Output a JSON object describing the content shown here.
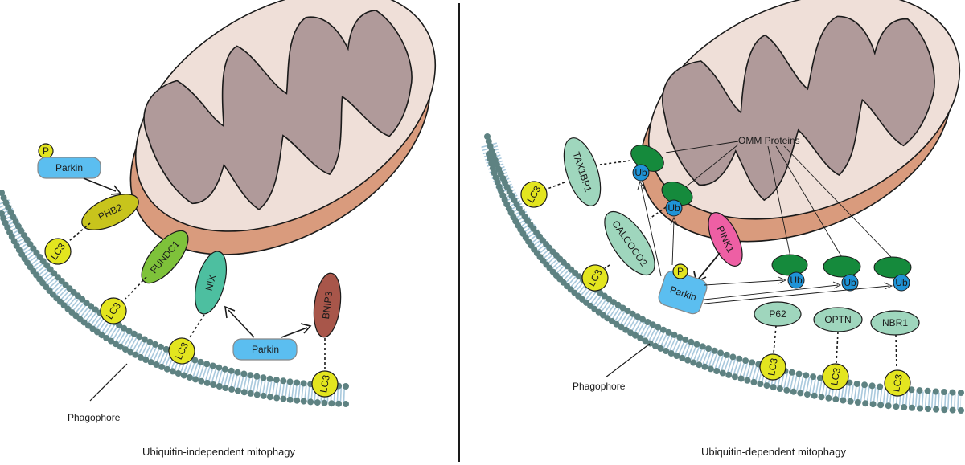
{
  "left_panel": {
    "caption": "Ubiquitin-independent mitophagy",
    "phagophore_label": "Phagophore",
    "phospho_label": "P",
    "parkin_phospho_label": "Parkin",
    "parkin_label": "Parkin",
    "receptors": [
      "PHB2",
      "FUNDC1",
      "NIX",
      "BNIP3"
    ],
    "lc3_label": "LC3"
  },
  "right_panel": {
    "caption": "Ubiquitin-dependent mitophagy",
    "phagophore_label": "Phagophore",
    "omm_label": "OMM Proteins",
    "pink1_label": "PINK1",
    "parkin_label": "Parkin",
    "phospho_label": "P",
    "ub_label": "Ub",
    "receptors": [
      "TAX1BP1",
      "CALCOCO2",
      "P62",
      "OPTN",
      "NBR1"
    ],
    "lc3_label": "LC3"
  },
  "colors": {
    "matrix": "#b09a9a",
    "inner_membrane": "#efdfd8",
    "outer_membrane": "#d99b7d",
    "lc3": "#e3e51f",
    "phb2": "#c8c41c",
    "fundc1": "#7ec23a",
    "nix": "#4dbfa0",
    "bnip3": "#a8564a",
    "parkin": "#5bbef0",
    "pink1": "#ee5fa4",
    "ub": "#1f93d6",
    "omm": "#158a3c",
    "cargo_receptor": "#9fd6bd",
    "bead": "#5e8282",
    "tail": "#a9c9dd"
  }
}
